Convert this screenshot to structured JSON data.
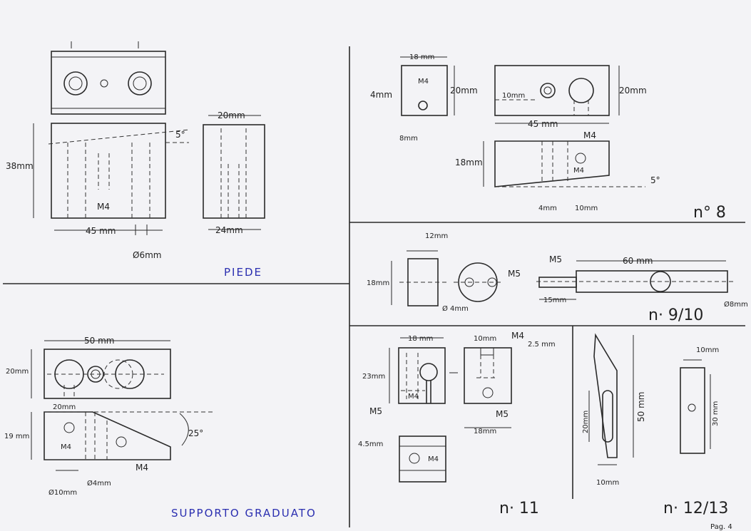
{
  "piede": {
    "title": "PIEDE",
    "dim_height": "38mm",
    "dim_width": "45 mm",
    "dim_top_width": "20mm",
    "dim_side_width": "24mm",
    "angle": "5°",
    "thread": "M4",
    "hole_diam": "Ø6mm"
  },
  "n8": {
    "label": "n° 8",
    "d18": "18 mm",
    "d20a": "20mm",
    "d4": "4mm",
    "d8": "8mm",
    "m4a": "M4",
    "d10": "10mm",
    "d20b": "20mm",
    "d45": "45 mm",
    "m4b": "M4",
    "d18b": "18mm",
    "m4c": "M4",
    "angle": "5°",
    "d4b": "4mm",
    "d10b": "10mm"
  },
  "n910": {
    "label": "n· 9/10",
    "d12": "12mm",
    "d18": "18mm",
    "d4": "Ø 4mm",
    "m5a": "M5",
    "m5b": "M5",
    "d60": "60 mm",
    "d15": "15mm",
    "d8": "Ø8mm"
  },
  "supporto": {
    "title": "SUPPORTO GRADUATO",
    "d50": "50 mm",
    "d20": "20mm",
    "d20b": "20mm",
    "d19": "19 mm",
    "m4a": "M4",
    "m4b": "M4",
    "angle": "25°",
    "d10": "Ø10mm",
    "d4": "Ø4mm"
  },
  "n11": {
    "label": "n· 11",
    "d18": "18 mm",
    "d10": "10mm",
    "m4": "M4",
    "d25": "2.5 mm",
    "d23": "23mm",
    "m4b": "M4",
    "m5": "M5",
    "m5b": "M5",
    "d18b": "18mm",
    "d45": "4.5mm",
    "m4c": "M4"
  },
  "n1213": {
    "label": "n· 12/13",
    "d10": "10mm",
    "d50": "50 mm",
    "d20": "20mm",
    "d30": "30 mm",
    "d10b": "10mm"
  },
  "page": "Pag. 4"
}
